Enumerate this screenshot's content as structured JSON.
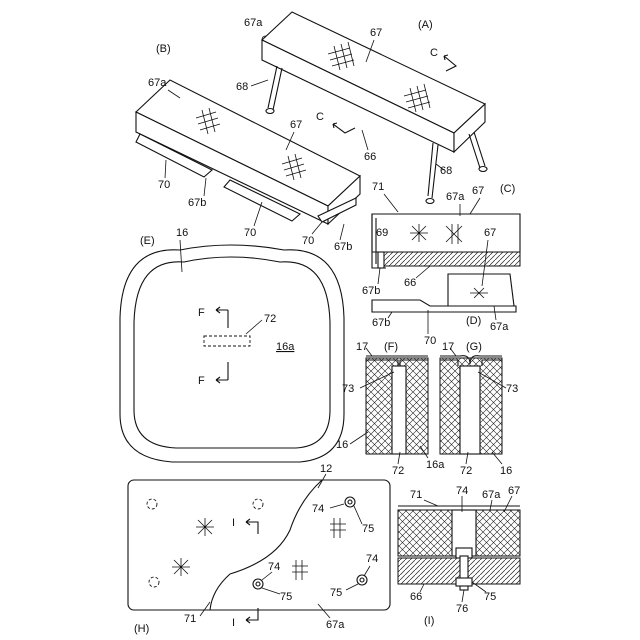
{
  "panels": {
    "A": {
      "caption": "(A)",
      "refs": {
        "top": "67a",
        "body": "67",
        "leg_left": "68",
        "edge": "66",
        "leg_right": "68"
      },
      "arrow": "C"
    },
    "B": {
      "caption": "(B)",
      "refs": {
        "top": "67a",
        "body": "67",
        "pad_left": "70",
        "side": "67b",
        "pad_mid": "70",
        "pad_right": "70",
        "side_right": "67b"
      },
      "arrow": "C"
    },
    "C": {
      "caption": "(C)",
      "refs": {
        "cover": "71",
        "top": "67a",
        "body": "67",
        "fastener": "69",
        "board": "66",
        "side": "67b"
      }
    },
    "D": {
      "caption": "(D)",
      "refs": {
        "body": "67",
        "side": "67b",
        "pad": "70",
        "top": "67a"
      }
    },
    "E": {
      "caption": "(E)",
      "refs": {
        "seat": "16",
        "slot": "72",
        "surface": "16a"
      },
      "section_top": "F",
      "section_bottom": "F"
    },
    "F": {
      "caption": "(F)",
      "refs": {
        "skin": "17",
        "insert": "73",
        "seat": "16",
        "slot": "72",
        "surface": "16a"
      }
    },
    "G": {
      "caption": "(G)",
      "refs": {
        "skin": "17",
        "insert": "73",
        "slot": "72",
        "seat": "16"
      }
    },
    "H": {
      "caption": "(H)",
      "refs": {
        "panel": "12",
        "hole_a": "74",
        "nut_a": "75",
        "hole_b": "74",
        "nut_b": "75",
        "nut_c": "75",
        "hole_c": "74",
        "cover": "71",
        "top": "67a"
      },
      "section_top": "I",
      "section_bottom": "I"
    },
    "I": {
      "caption": "(I)",
      "refs": {
        "cover": "71",
        "hole": "74",
        "top": "67a",
        "body": "67",
        "board": "66",
        "bolt": "76",
        "nut": "75"
      }
    }
  }
}
